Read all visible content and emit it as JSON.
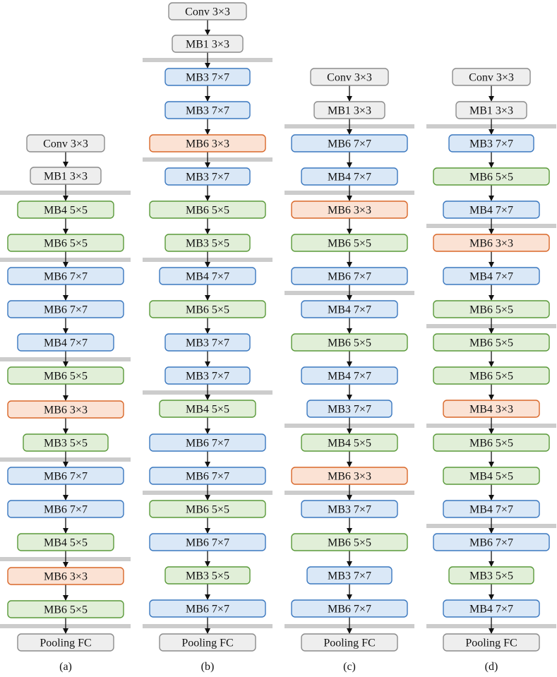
{
  "palette": {
    "gray": {
      "fill": "#eeeeee",
      "stroke": "#8c8c8c"
    },
    "blue": {
      "fill": "#dae8f7",
      "stroke": "#3b78bf"
    },
    "green": {
      "fill": "#e1efd8",
      "stroke": "#5a9a3a"
    },
    "orange": {
      "fill": "#fbe2d4",
      "stroke": "#d9682a"
    },
    "separator": "#cccccc",
    "arrow": "#111111"
  },
  "columns": [
    {
      "caption": "(a)",
      "blocks": [
        {
          "label": "Conv 3×3",
          "type": "gray"
        },
        {
          "label": "MB1 3×3",
          "type": "gray"
        },
        {
          "label": "MB4 5×5",
          "type": "green"
        },
        {
          "label": "MB6 5×5",
          "type": "green"
        },
        {
          "label": "MB6 7×7",
          "type": "blue"
        },
        {
          "label": "MB6 7×7",
          "type": "blue"
        },
        {
          "label": "MB4 7×7",
          "type": "blue"
        },
        {
          "label": "MB6 5×5",
          "type": "green"
        },
        {
          "label": "MB6 3×3",
          "type": "orange"
        },
        {
          "label": "MB3 5×5",
          "type": "green"
        },
        {
          "label": "MB6 7×7",
          "type": "blue"
        },
        {
          "label": "MB6 7×7",
          "type": "blue"
        },
        {
          "label": "MB4 5×5",
          "type": "green"
        },
        {
          "label": "MB6 3×3",
          "type": "orange"
        },
        {
          "label": "MB6 5×5",
          "type": "green"
        },
        {
          "label": "Pooling FC",
          "type": "gray"
        }
      ]
    },
    {
      "caption": "(b)",
      "blocks": [
        {
          "label": "Conv 3×3",
          "type": "gray"
        },
        {
          "label": "MB1 3×3",
          "type": "gray"
        },
        {
          "label": "MB3 7×7",
          "type": "blue"
        },
        {
          "label": "MB3 7×7",
          "type": "blue"
        },
        {
          "label": "MB6 3×3",
          "type": "orange"
        },
        {
          "label": "MB3 7×7",
          "type": "blue"
        },
        {
          "label": "MB6 5×5",
          "type": "green"
        },
        {
          "label": "MB3 5×5",
          "type": "green"
        },
        {
          "label": "MB4 7×7",
          "type": "blue"
        },
        {
          "label": "MB6 5×5",
          "type": "green"
        },
        {
          "label": "MB3 7×7",
          "type": "blue"
        },
        {
          "label": "MB3 7×7",
          "type": "blue"
        },
        {
          "label": "MB4 5×5",
          "type": "green"
        },
        {
          "label": "MB6 7×7",
          "type": "blue"
        },
        {
          "label": "MB6 7×7",
          "type": "blue"
        },
        {
          "label": "MB6 5×5",
          "type": "green"
        },
        {
          "label": "MB6 7×7",
          "type": "blue"
        },
        {
          "label": "MB3 5×5",
          "type": "green"
        },
        {
          "label": "MB6 7×7",
          "type": "blue"
        },
        {
          "label": "Pooling FC",
          "type": "gray"
        }
      ]
    },
    {
      "caption": "(c)",
      "blocks": [
        {
          "label": "Conv 3×3",
          "type": "gray"
        },
        {
          "label": "MB1 3×3",
          "type": "gray"
        },
        {
          "label": "MB6 7×7",
          "type": "blue"
        },
        {
          "label": "MB4 7×7",
          "type": "blue"
        },
        {
          "label": "MB6 3×3",
          "type": "orange"
        },
        {
          "label": "MB6 5×5",
          "type": "green"
        },
        {
          "label": "MB6 7×7",
          "type": "blue"
        },
        {
          "label": "MB4 7×7",
          "type": "blue"
        },
        {
          "label": "MB6 5×5",
          "type": "green"
        },
        {
          "label": "MB4 7×7",
          "type": "blue"
        },
        {
          "label": "MB3 7×7",
          "type": "blue"
        },
        {
          "label": "MB4 5×5",
          "type": "green"
        },
        {
          "label": "MB6 3×3",
          "type": "orange"
        },
        {
          "label": "MB3 7×7",
          "type": "blue"
        },
        {
          "label": "MB6 5×5",
          "type": "green"
        },
        {
          "label": "MB3 7×7",
          "type": "blue"
        },
        {
          "label": "MB6 7×7",
          "type": "blue"
        },
        {
          "label": "Pooling FC",
          "type": "gray"
        }
      ]
    },
    {
      "caption": "(d)",
      "blocks": [
        {
          "label": "Conv 3×3",
          "type": "gray"
        },
        {
          "label": "MB1 3×3",
          "type": "gray"
        },
        {
          "label": "MB3 7×7",
          "type": "blue"
        },
        {
          "label": "MB6 5×5",
          "type": "green"
        },
        {
          "label": "MB4 7×7",
          "type": "blue"
        },
        {
          "label": "MB6 3×3",
          "type": "orange"
        },
        {
          "label": "MB4 7×7",
          "type": "blue"
        },
        {
          "label": "MB6 5×5",
          "type": "green"
        },
        {
          "label": "MB6 5×5",
          "type": "green"
        },
        {
          "label": "MB6 5×5",
          "type": "green"
        },
        {
          "label": "MB4 3×3",
          "type": "orange"
        },
        {
          "label": "MB6 5×5",
          "type": "green"
        },
        {
          "label": "MB4 5×5",
          "type": "green"
        },
        {
          "label": "MB4 7×7",
          "type": "blue"
        },
        {
          "label": "MB6 7×7",
          "type": "blue"
        },
        {
          "label": "MB3 5×5",
          "type": "green"
        },
        {
          "label": "MB4 7×7",
          "type": "blue"
        },
        {
          "label": "Pooling FC",
          "type": "gray"
        }
      ]
    }
  ]
}
